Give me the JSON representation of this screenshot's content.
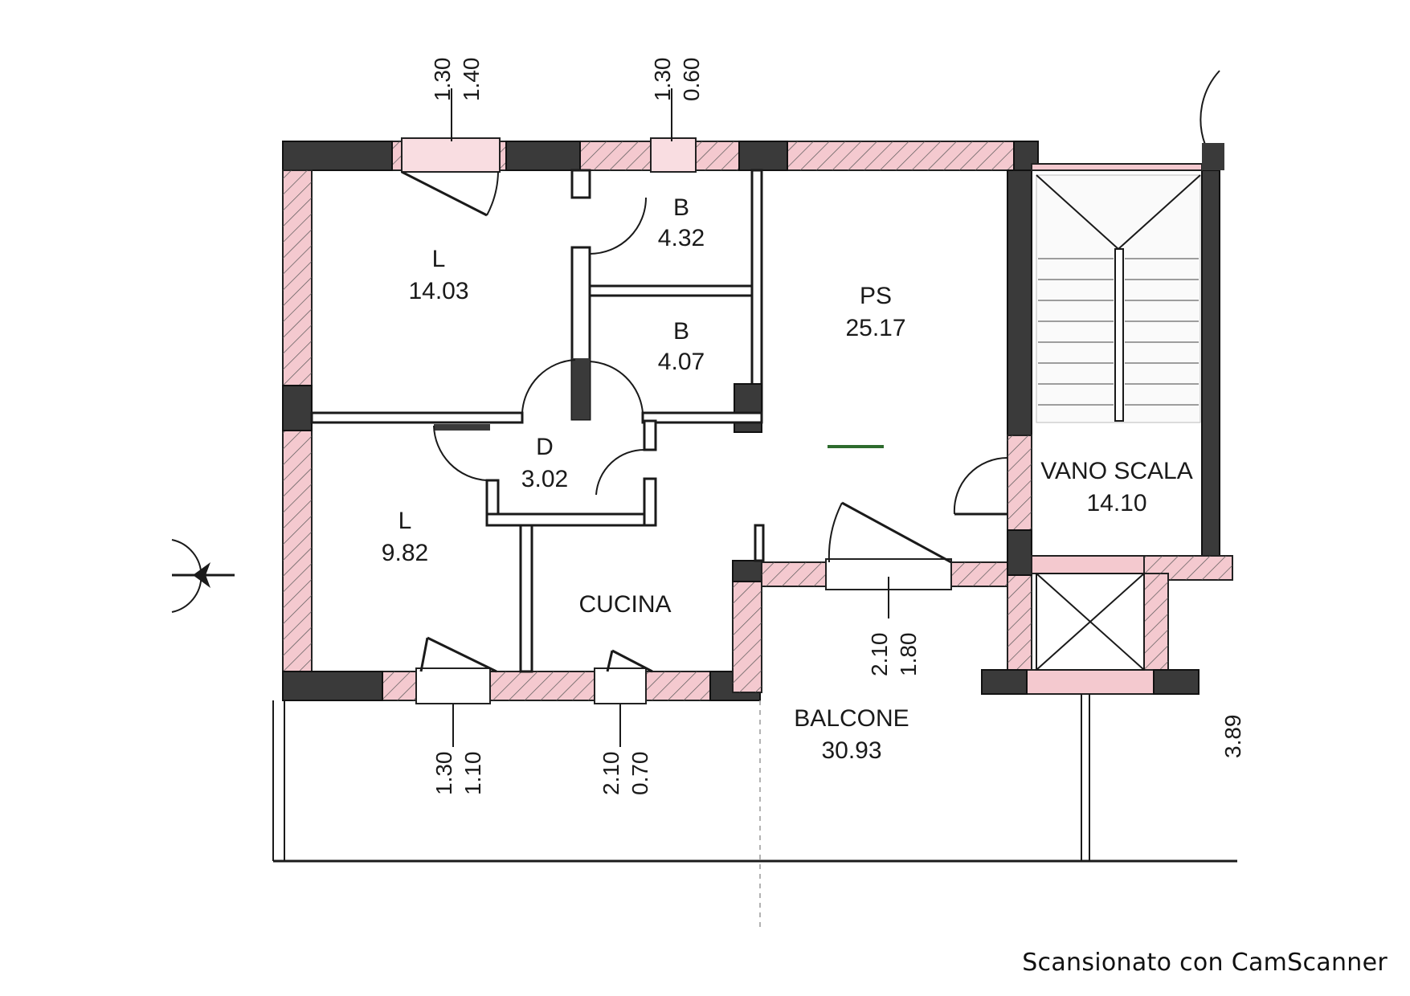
{
  "rooms": {
    "living_top": {
      "name": "L",
      "area": "14.03"
    },
    "bath_top": {
      "name": "B",
      "area": "4.32"
    },
    "bath_mid": {
      "name": "B",
      "area": "4.07"
    },
    "disimpegno": {
      "name": "D",
      "area": "3.02"
    },
    "living_bottom": {
      "name": "L",
      "area": "9.82"
    },
    "kitchen": {
      "name": "CUCINA"
    },
    "soggiorno": {
      "name": "PS",
      "area": "25.17"
    },
    "stairwell": {
      "name": "VANO SCALA",
      "area": "14.10"
    },
    "balcony": {
      "name": "BALCONE",
      "area": "30.93"
    }
  },
  "openings": {
    "top_left_window": {
      "height": "1.30",
      "width": "1.40"
    },
    "top_mid_window": {
      "height": "1.30",
      "width": "0.60"
    },
    "balcony_door": {
      "height": "2.10",
      "width": "1.80"
    },
    "bottom_left_window": {
      "height": "1.30",
      "width": "1.10"
    },
    "bottom_mid_door": {
      "height": "2.10",
      "width": "0.70"
    },
    "right_edge": {
      "value": "3.89"
    }
  },
  "watermark": "Scansionato con CamScanner",
  "colors": {
    "wall_fill": "#f4c9cf",
    "wall_dark": "#3a3a3a",
    "line": "#1a1a1a"
  }
}
